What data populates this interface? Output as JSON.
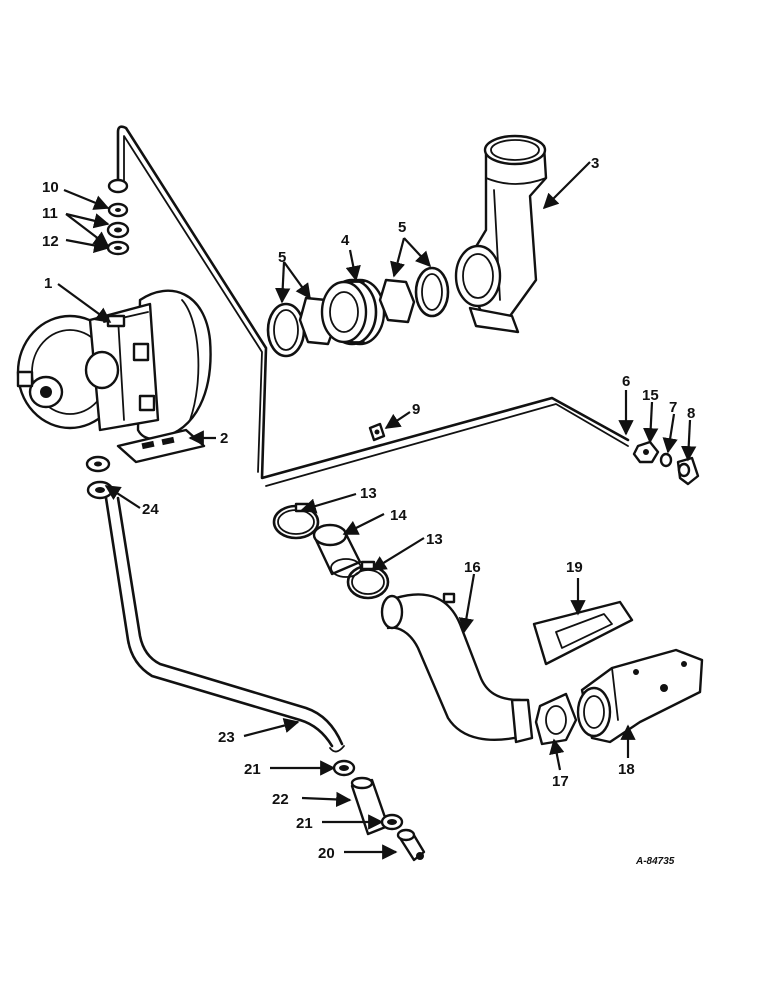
{
  "callouts": {
    "c1": "1",
    "c2": "2",
    "c3": "3",
    "c4": "4",
    "c5a": "5",
    "c5b": "5",
    "c6": "6",
    "c7": "7",
    "c8": "8",
    "c9": "9",
    "c10": "10",
    "c11": "11",
    "c12": "12",
    "c13a": "13",
    "c13b": "13",
    "c14": "14",
    "c15": "15",
    "c16": "16",
    "c17": "17",
    "c18": "18",
    "c19": "19",
    "c20": "20",
    "c21a": "21",
    "c21b": "21",
    "c22": "22",
    "c23": "23",
    "c24": "24"
  },
  "reference_code": "A-84735",
  "colors": {
    "ink": "#111111",
    "paper": "#ffffff"
  }
}
